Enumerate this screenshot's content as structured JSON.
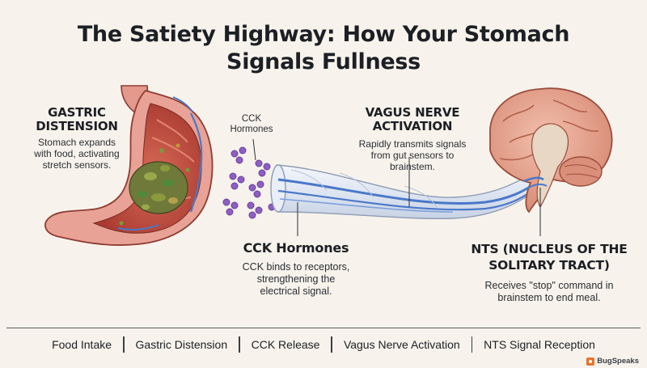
{
  "title": {
    "line1": "The Satiety Highway: How Your Stomach",
    "line2": "Signals Fullness"
  },
  "labels": {
    "gastric": {
      "head_line1": "GASTRIC",
      "head_line2": "DISTENSION",
      "body_line1": "Stomach expands",
      "body_line2": "with food, activating",
      "body_line3": "stretch sensors."
    },
    "cck_small": {
      "line1": "CCK",
      "line2": "Hormones"
    },
    "vagus": {
      "head_line1": "VAGUS NERVE",
      "head_line2": "ACTIVATION",
      "body_line1": "Rapidly transmits signals",
      "body_line2": "from gut sensors to",
      "body_line3": "brainstem."
    },
    "cck": {
      "head": "CCK Hormones",
      "body_line1": "CCK binds to receptors,",
      "body_line2": "strengthening the",
      "body_line3": "electrical signal."
    },
    "nts": {
      "head_line1": "NTS (NUCLEUS OF THE",
      "head_line2": "SOLITARY TRACT)",
      "body_line1": "Receives \"stop\" command in",
      "body_line2": "brainstem to end meal."
    }
  },
  "footer": {
    "steps": [
      "Food Intake",
      "Gastric Distension",
      "CCK Release",
      "Vagus Nerve Activation",
      "NTS Signal Reception"
    ]
  },
  "brand": {
    "name": "BugSpeaks",
    "icon": "bugspeaks-logo-icon",
    "color": "#e9722d"
  },
  "colors": {
    "stomach_outer": "#e59a8e",
    "stomach_inner": "#b94a3e",
    "food": "#6f7a3a",
    "nerve": "#4a78c9",
    "cck_molecule": "#8d5fc2",
    "brain": "#e3a28f",
    "background": "#f7f3ec"
  }
}
